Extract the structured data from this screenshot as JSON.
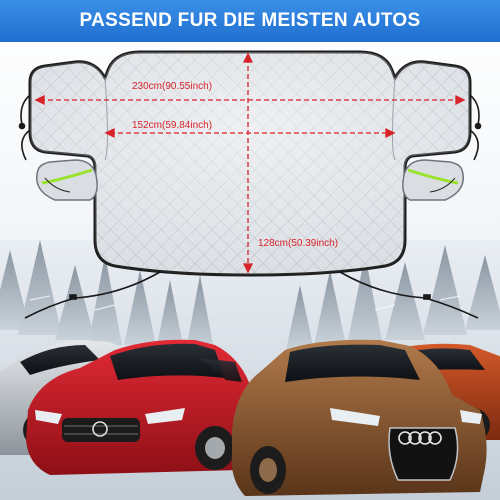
{
  "banner": {
    "title": "PASSEND FUR DIE MEISTEN AUTOS",
    "background_color": "#2a7fe0"
  },
  "dimensions": {
    "width_total": "230cm(90.55inch)",
    "width_inner": "152cm(59.84inch)",
    "height": "128cm(50.39inch)"
  },
  "colors": {
    "dimension_lines": "#d8232a",
    "cover_fill": "#d9dde2",
    "cover_edge": "#1e1e1e",
    "mirror_stripe": "#9be22a"
  },
  "icons": {
    "mirror_covers": "mirror-cover-icon",
    "cover": "windshield-cover-icon",
    "cars": "car-icon"
  }
}
